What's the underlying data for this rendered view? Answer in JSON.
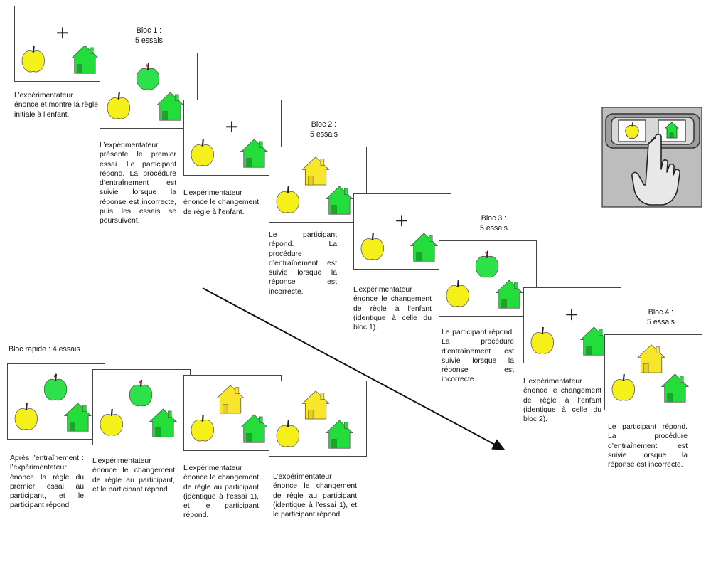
{
  "blocks": {
    "bloc1": {
      "line1": "Bloc 1 :",
      "line2": "5 essais"
    },
    "bloc2": {
      "line1": "Bloc 2 :",
      "line2": "5 essais"
    },
    "bloc3": {
      "line1": "Bloc 3 :",
      "line2": "5 essais"
    },
    "bloc4": {
      "line1": "Bloc 4 :",
      "line2": "5 essais"
    },
    "rapid": {
      "line1": "Bloc rapide : 4 essais"
    }
  },
  "captions": {
    "c1": "L’expérimentateur énonce et montre la règle initiale à l’enfant.",
    "c2": "L’expérimentateur présente le premier essai. Le participant répond. La procédure d’entraînement est suivie lorsque la réponse est incorrecte, puis les essais se poursuivent.",
    "c3": "L’expérimentateur énonce le changement de règle à l’enfant.",
    "c4": "Le participant répond. La procédure d’entraînement est suivie lorsque la réponse est incorrecte.",
    "c5": "L’expérimentateur énonce le changement de règle à l’enfant (identique à celle du bloc 1).",
    "c6": "Le participant répond. La procédure d’entraînement est suivie lorsque la réponse est incorrecte.",
    "c7": "L’expérimentateur énonce le changement de règle à l’enfant (identique à celle du bloc 2).",
    "c8": "Le participant répond. La procédure d’entraînement est suivie lorsque la réponse est incorrecte.",
    "r1": "Après l’entraînement : l’expérimentateur énonce la règle du premier essai au participant, et le participant répond.",
    "r2": "L’expérimentateur énonce le changement de règle au participant, et le participant répond.",
    "r3": "L’expérimentateur énonce le changement de règle au participant (identique à l’essai 1), et le participant répond.",
    "r4": "L’expérimentateur énonce le changement de règle au participant (identique à l’essai 1), et le participant répond."
  },
  "panels": [
    {
      "target": "cross"
    },
    {
      "target": "green-apple"
    },
    {
      "target": "cross"
    },
    {
      "target": "yellow-house"
    },
    {
      "target": "cross"
    },
    {
      "target": "green-apple"
    },
    {
      "target": "cross"
    },
    {
      "target": "yellow-house"
    },
    {
      "target": "green-apple"
    },
    {
      "target": "green-apple"
    },
    {
      "target": "yellow-house"
    },
    {
      "target": "yellow-house"
    }
  ],
  "colors": {
    "apple_yellow": "#f5ef1a",
    "house_green": "#22dd3a",
    "apple_green": "#2ee04a",
    "house_yellow": "#f7e62a"
  },
  "icons": [
    "yellow-apple-icon",
    "green-house-icon",
    "green-apple-icon",
    "yellow-house-icon",
    "fixation-cross-icon",
    "hand-press-icon"
  ]
}
